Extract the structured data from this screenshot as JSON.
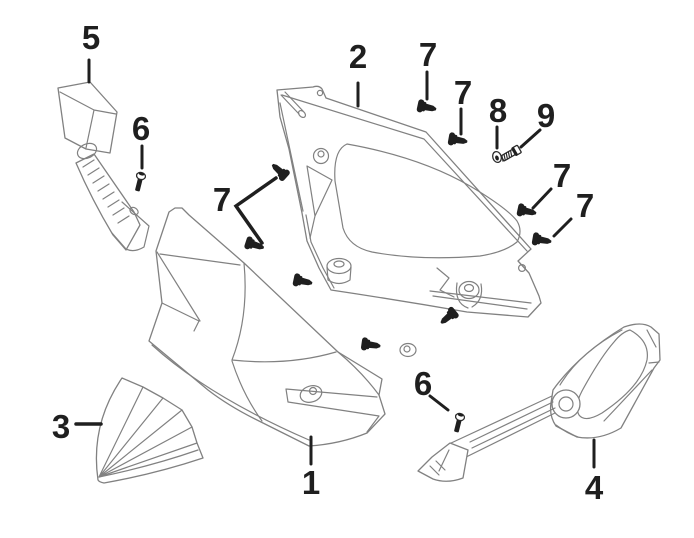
{
  "figure": {
    "type": "exploded-parts-diagram",
    "background_color": "#ffffff",
    "part_outline_color": "#818181",
    "callout_color": "#1f1f1f",
    "callouts": [
      {
        "part": "5",
        "text": "5"
      },
      {
        "part": "6",
        "text": "6"
      },
      {
        "part": "2",
        "text": "2"
      },
      {
        "part": "7",
        "text": "7"
      },
      {
        "part": "7",
        "text": "7"
      },
      {
        "part": "8",
        "text": "8"
      },
      {
        "part": "9",
        "text": "9"
      },
      {
        "part": "7",
        "text": "7"
      },
      {
        "part": "7",
        "text": "7"
      },
      {
        "part": "7",
        "text": "7"
      },
      {
        "part": "3",
        "text": "3"
      },
      {
        "part": "1",
        "text": "1"
      },
      {
        "part": "6",
        "text": "6"
      },
      {
        "part": "4",
        "text": "4"
      }
    ]
  }
}
